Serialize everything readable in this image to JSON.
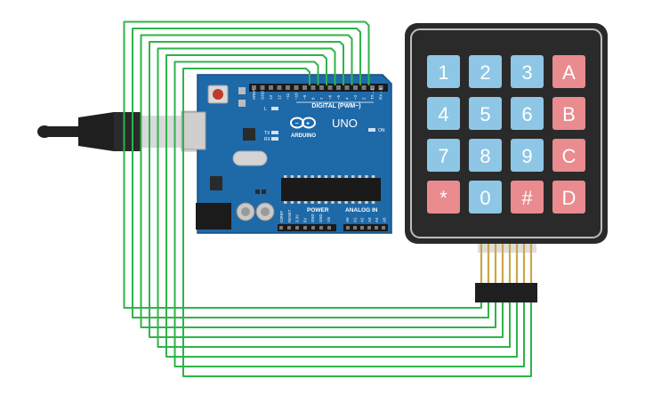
{
  "board": {
    "brand": "ARDUINO",
    "model": "UNO",
    "digital_label": "DIGITAL (PWM~)",
    "power_label": "POWER",
    "analog_label": "ANALOG IN",
    "on_label": "ON",
    "l_label": "L",
    "tx_label": "TX",
    "rx_label": "RX",
    "digital_pins": [
      "AREF",
      "GND",
      "13",
      "12",
      "~11",
      "~10",
      "~9",
      "8",
      "7",
      "~6",
      "~5",
      "4",
      "~3",
      "2",
      "TX→1",
      "RX←0"
    ],
    "power_pins": [
      "IOREF",
      "RESET",
      "3.3V",
      "5V",
      "GND",
      "GND",
      "Vin"
    ],
    "analog_pins": [
      "A0",
      "A1",
      "A2",
      "A3",
      "A4",
      "A5"
    ]
  },
  "keypad": {
    "keys": [
      {
        "label": "1",
        "kind": "num"
      },
      {
        "label": "2",
        "kind": "num"
      },
      {
        "label": "3",
        "kind": "num"
      },
      {
        "label": "A",
        "kind": "letter"
      },
      {
        "label": "4",
        "kind": "num"
      },
      {
        "label": "5",
        "kind": "num"
      },
      {
        "label": "6",
        "kind": "num"
      },
      {
        "label": "B",
        "kind": "letter"
      },
      {
        "label": "7",
        "kind": "num"
      },
      {
        "label": "8",
        "kind": "num"
      },
      {
        "label": "9",
        "kind": "num"
      },
      {
        "label": "C",
        "kind": "letter"
      },
      {
        "label": "*",
        "kind": "letter"
      },
      {
        "label": "0",
        "kind": "num"
      },
      {
        "label": "#",
        "kind": "letter"
      },
      {
        "label": "D",
        "kind": "letter"
      }
    ],
    "wire_count": 8
  },
  "colors": {
    "wire": "#2fb34a",
    "board": "#1e69a8",
    "keypad_body": "#2a2a2a",
    "key_num": "#8ec6e6",
    "key_letter": "#e98b8f",
    "usb_plug": "#d9d9d9",
    "cable": "#222222"
  }
}
